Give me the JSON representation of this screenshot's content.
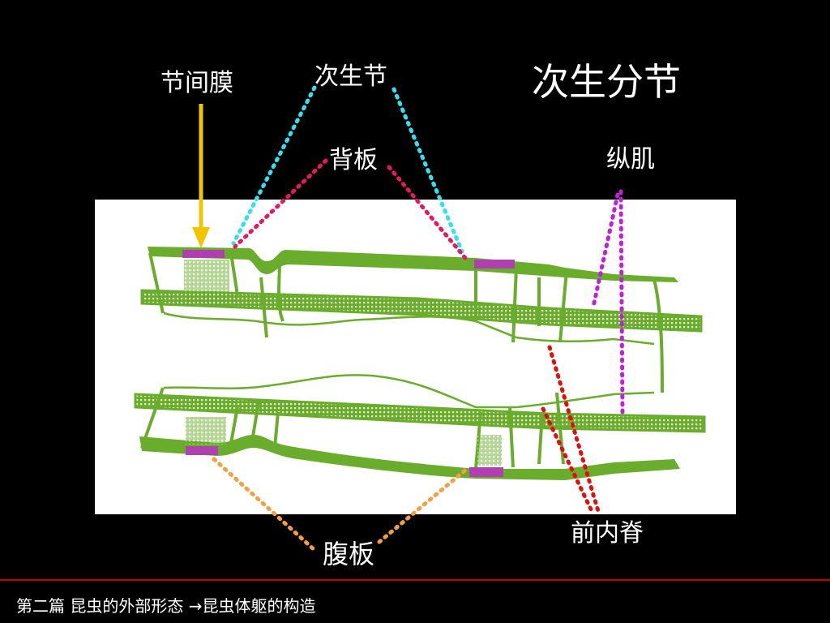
{
  "title": "次生分节",
  "labels": {
    "intersegmental_membrane": "节间膜",
    "secondary_segment": "次生节",
    "tergum": "背板",
    "longitudinal_muscle": "纵肌",
    "antecosta": "前内脊",
    "sternum": "腹板"
  },
  "footer": {
    "text": "第二篇 昆虫的外部形态 →昆虫体躯的构造"
  },
  "colors": {
    "background": "#000000",
    "panel": "#ffffff",
    "cuticle": "#6aad2c",
    "membrane": "#b040b0",
    "arrow": "#f5c400",
    "cyan_dots": "#33e0f0",
    "pink_dots": "#e8185f",
    "purple_dots": "#c020d8",
    "red_dots": "#e01010",
    "orange_dots": "#f5a040",
    "footer_rule": "#c00000"
  }
}
